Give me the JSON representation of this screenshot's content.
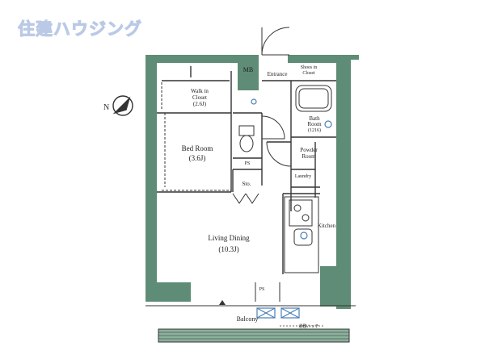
{
  "logo": {
    "text": "住建ハウジング"
  },
  "rooms": {
    "bedroom": {
      "name": "Bed Room",
      "size": "(3.6J)"
    },
    "living": {
      "name": "Living Dining",
      "size": "(10.3J)"
    },
    "walkin": {
      "line1": "Walk in",
      "line2": "Closet",
      "size": "(2.6J)"
    },
    "mb": "MB",
    "entrance": "Entrance",
    "shoes": {
      "line1": "Shoes in",
      "line2": "Closet"
    },
    "bath": {
      "line1": "Bath",
      "line2": "Room",
      "size": "(1216)"
    },
    "powder": {
      "line1": "Powder",
      "line2": "Room"
    },
    "laundry": "Laundry",
    "kitchen": "Kitchen",
    "ps_upper": "PS",
    "ps_lower": "PS",
    "sto": "Sto.",
    "balcony": "Balcony",
    "note": "避難ハッチ"
  },
  "colors": {
    "wall": "#5f8c76",
    "line": "#333333",
    "logo": "#b9c9e6",
    "fixture": "#4a7fb5"
  }
}
